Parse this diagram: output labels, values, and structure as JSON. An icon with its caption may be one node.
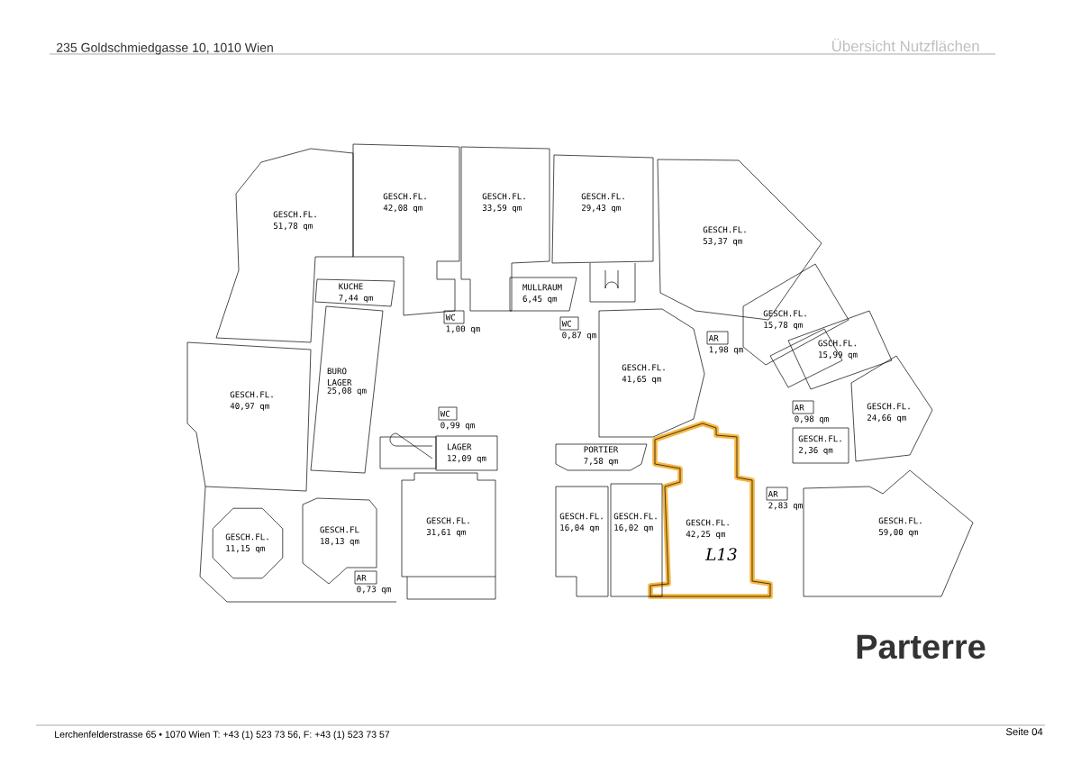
{
  "diagram": {
    "title": "Übersicht Nutzflächen",
    "nodes": [
      {
        "text": [
          "GESCH.FL.",
          "51,78 qm"
        ]
      },
      {
        "text": [
          "GESCH.FL.",
          "42,08 qm"
        ]
      },
      {
        "text": [
          "GESCH.FL.",
          "33,59 qm"
        ]
      },
      {
        "text": [
          "GESCH.FL.",
          "29,43 qm"
        ]
      },
      {
        "text": [
          "GESCH.FL.",
          "53,37 qm"
        ]
      },
      {
        "text": [
          "KUCHE",
          "7,44 qm"
        ]
      },
      {
        "text": [
          "MULLRAUM",
          "6,45 qm"
        ]
      },
      {
        "text": [
          "WC",
          "1,00 qm"
        ]
      },
      {
        "text": [
          "WC",
          "0,87 qm"
        ]
      },
      {
        "text": [
          "BURO LAGER",
          "25,08 qm"
        ]
      },
      {
        "text": [
          "GESCH.FL.",
          "41,65 qm"
        ]
      },
      {
        "text": [
          "GESCH.FL.",
          "15,78 qm"
        ]
      },
      {
        "text": [
          "AR",
          "1,98 qm"
        ]
      },
      {
        "text": [
          "GSCH.FL.",
          "15,99 qm"
        ]
      },
      {
        "text": [
          "GESCH.FL.",
          "40,97 qm"
        ]
      },
      {
        "text": [
          "WC",
          "0,99 qm"
        ]
      },
      {
        "text": [
          "LAGER",
          "12,09 qm"
        ]
      },
      {
        "text": [
          "GESCH.FL.",
          "24,66 qm"
        ]
      },
      {
        "text": [
          "AR",
          "0,98 qm"
        ]
      },
      {
        "text": [
          "GESCH.FL.",
          "2,36 qm"
        ]
      },
      {
        "text": [
          "PORTIER",
          "7,58 qm"
        ]
      },
      {
        "text": [
          "GESCH.FL.",
          "42,25 qm",
          "L13"
        ]
      },
      {
        "text": [
          "GESCH.FL.",
          "11,15 qm"
        ]
      },
      {
        "text": [
          "GESCH.FL",
          "18,13 qm"
        ]
      },
      {
        "text": [
          "GESCH.FL.",
          "31,61 qm"
        ]
      },
      {
        "text": [
          "AR",
          "0,73 qm"
        ]
      },
      {
        "text": [
          "GESCH.FL.",
          "16,04 qm"
        ]
      },
      {
        "text": [
          "GESCH.FL.",
          "16,02 qm"
        ]
      },
      {
        "text": [
          "AR",
          "2,83 qm"
        ]
      },
      {
        "text": [
          "GESCH.FL.",
          "59,00 qm"
        ]
      }
    ],
    "labels": [
      "235 Goldschmiedgasse 10,  1010 Wien",
      "Parterre",
      "Lerchenfelderstrasse 65 • 1070 Wien T: +43 (1) 523 73 56, F: +43 (1) 523 73 57",
      "Seite 04"
    ]
  }
}
